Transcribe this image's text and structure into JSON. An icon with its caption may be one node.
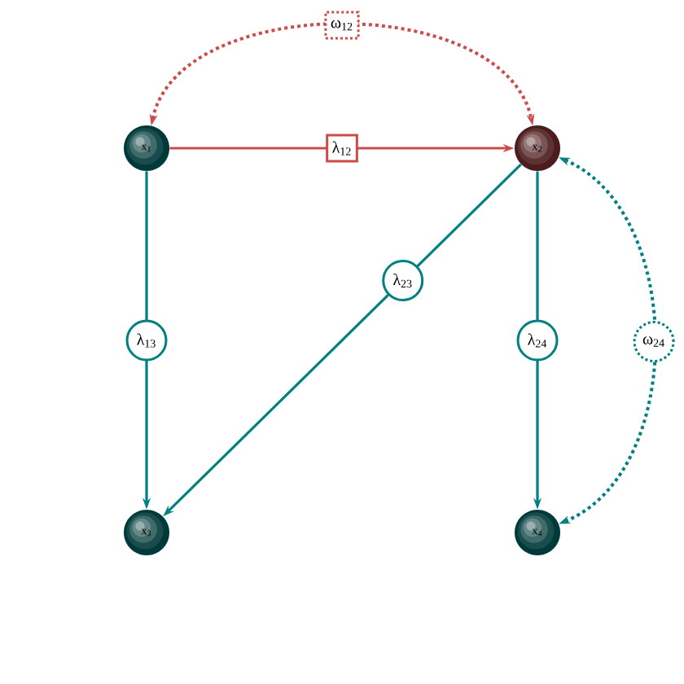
{
  "diagram": {
    "nodes": [
      {
        "text": [
          "x$_{1}$"
        ]
      },
      {
        "text": [
          "x$_{2}$"
        ]
      },
      {
        "text": [
          "x$_{3}$"
        ]
      },
      {
        "text": [
          "x$_{4}$"
        ]
      }
    ],
    "edges": [
      {
        "from": 0,
        "to": 1,
        "arrow": "to",
        "label": "λ$_{12}$",
        "color": "#cc4c4c"
      },
      {
        "from": 0,
        "to": 2,
        "arrow": "to",
        "label": "λ$_{13}$"
      },
      {
        "from": 1,
        "to": 2,
        "arrow": "to",
        "label": "λ$_{23}$"
      },
      {
        "from": 1,
        "to": 3,
        "arrow": "to",
        "label": "λ$_{24}$"
      },
      {
        "from": 0,
        "to": 1,
        "arrow": "both",
        "label": "ω$_{12}$",
        "style": "dashed",
        "color": "#cc4c4c"
      },
      {
        "from": 1,
        "to": 3,
        "arrow": "both",
        "label": "ω$_{24}$",
        "style": "dashed"
      }
    ]
  }
}
